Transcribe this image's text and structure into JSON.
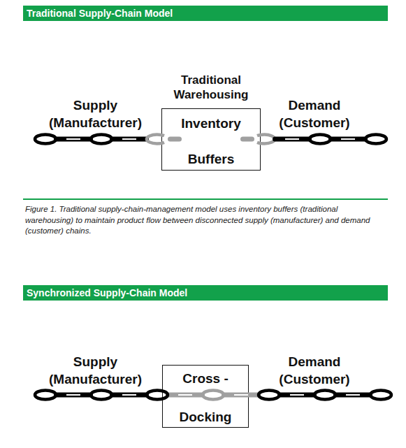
{
  "diagram": {
    "caption": "Figure 1. Traditional supply-chain-management model uses inventory buffers (traditional warehousing) to maintain product flow between disconnected supply (manufacturer) and demand (customer) chains.",
    "nodes": [
      {
        "text": [
          "Traditional Supply-Chain Model"
        ]
      },
      {
        "text": [
          "Traditional Warehousing",
          "Inventory",
          "Buffers"
        ]
      },
      {
        "text": [
          "Synchronized Supply-Chain Model"
        ]
      },
      {
        "text": [
          "Cross -",
          "Docking"
        ]
      }
    ],
    "labels": [
      "Supply (Manufacturer)",
      "Demand (Customer)",
      "Supply (Manufacturer)",
      "Demand (Customer)"
    ]
  }
}
